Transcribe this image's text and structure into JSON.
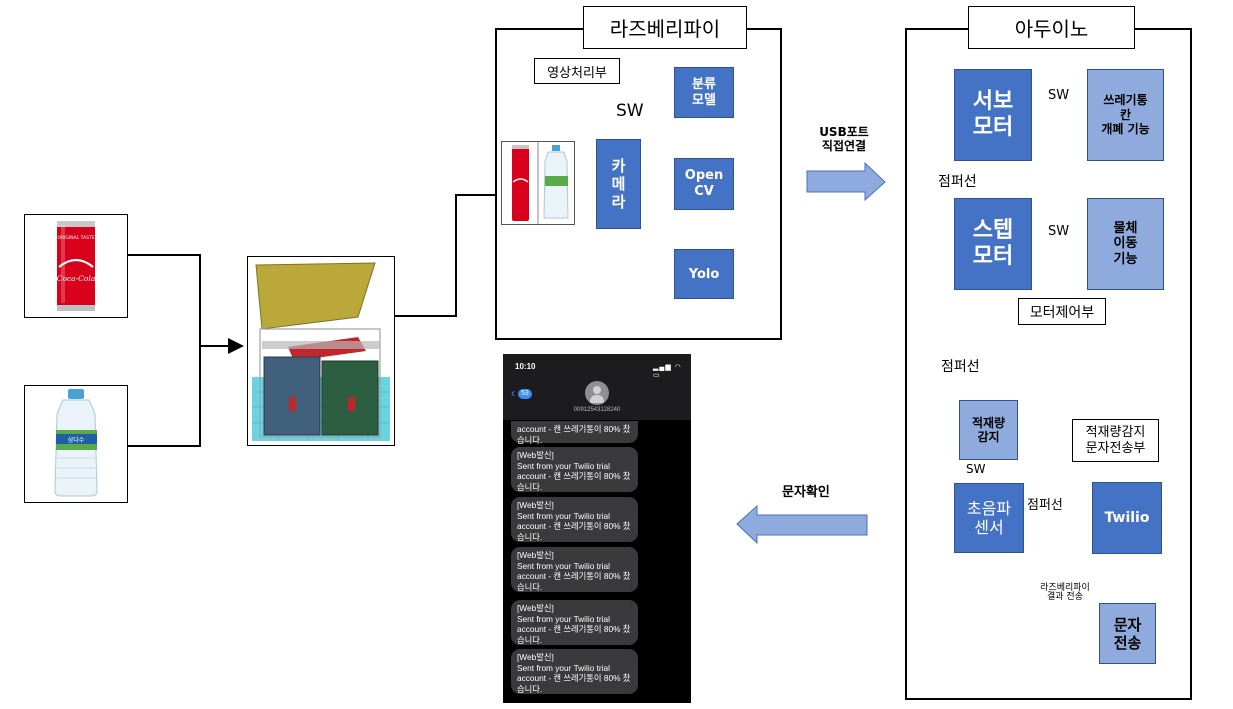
{
  "raspberry_pi": {
    "title": "라즈베리파이",
    "section_label": "영상처리부",
    "sw_label": "SW",
    "camera_label": "카\n메\n라",
    "sort_model_label": "분류\n모델",
    "opencv_label": "Open\nCV",
    "yolo_label": "Yolo"
  },
  "usb_arrow_label": "USB포트\n직접연결",
  "arduino": {
    "title": "아두이노",
    "servo_label": "서보\n모터",
    "servo_sw": "SW",
    "bin_lid_label": "쓰레기통\n칸\n개폐 기능",
    "jumper_1": "점퍼선",
    "stepper_label": "스텝\n모터",
    "stepper_sw": "SW",
    "object_move_label": "물체\n이동\n기능",
    "motor_control_label": "모터제어부",
    "jumper_2": "점퍼선",
    "load_detect_label": "적재량\n감지",
    "load_sw": "SW",
    "load_section_label": "적재량감지\n문자전송부",
    "ultrasonic_label": "초음파\n센서",
    "jumper_3": "점퍼선",
    "twilio_label": "Twilio",
    "rpi_result_label": "라즈베리파이\n결과 전송",
    "sms_send_label": "문자\n전송"
  },
  "sms_check_label": "문자확인",
  "phone": {
    "time": "10:10",
    "back_count": "53",
    "number": "00912543128240",
    "messages": [
      "account - 캔 쓰레기통이 80% 찼\n습니다.",
      "[Web발신]\nSent from your Twilio trial\naccount - 캔 쓰레기통이 80% 찼\n습니다.",
      "[Web발신]\nSent from your Twilio trial\naccount - 캔 쓰레기통이 80% 찼\n습니다.",
      "[Web발신]\nSent from your Twilio trial\naccount - 캔 쓰레기통이 80% 찼\n습니다.",
      "[Web발신]\nSent from your Twilio trial\naccount - 캔 쓰레기통이 80% 찼\n습니다.",
      "[Web발신]\nSent from your Twilio trial\naccount - 캔 쓰레기통이 80% 찼\n습니다."
    ]
  },
  "photo_text": {
    "can_brand": "Coca-Cola",
    "can_tagline": "ORIGINAL TASTE",
    "bottle_brand": "삼다수"
  },
  "colors": {
    "box_blue": "#4472c4",
    "box_light_blue": "#8faadc",
    "line_blue": "#4472c4",
    "coke_red": "#d9001b",
    "bin_blue": "#3f5f7a",
    "bin_green": "#2e5e42",
    "lid_olive": "#bba83a",
    "base_cyan": "#6ad3e0"
  }
}
